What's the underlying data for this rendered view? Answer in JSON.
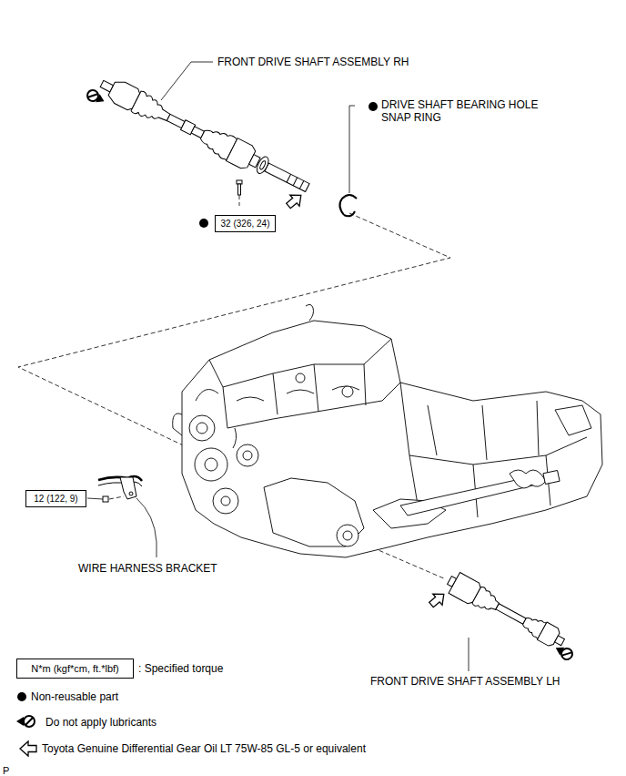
{
  "diagram": {
    "nodes": [
      {
        "text": [
          "32 (326, 24)"
        ]
      },
      {
        "text": [
          "12 (122, 9)"
        ]
      },
      {
        "text": [
          "N*m (kgf*cm, ft.*lbf)"
        ]
      }
    ],
    "labels": [
      "FRONT DRIVE SHAFT ASSEMBLY RH",
      "DRIVE SHAFT BEARING HOLE SNAP RING",
      "WIRE HARNESS BRACKET",
      "FRONT DRIVE SHAFT ASSEMBLY LH",
      "P"
    ],
    "legend": [
      {
        "text": ": Specified torque"
      },
      {
        "text": "Non-reusable part"
      },
      {
        "text": "Do not apply lubricants"
      },
      {
        "text": "Toyota Genuine Differential Gear Oil LT 75W-85 GL-5 or equivalent"
      }
    ]
  }
}
